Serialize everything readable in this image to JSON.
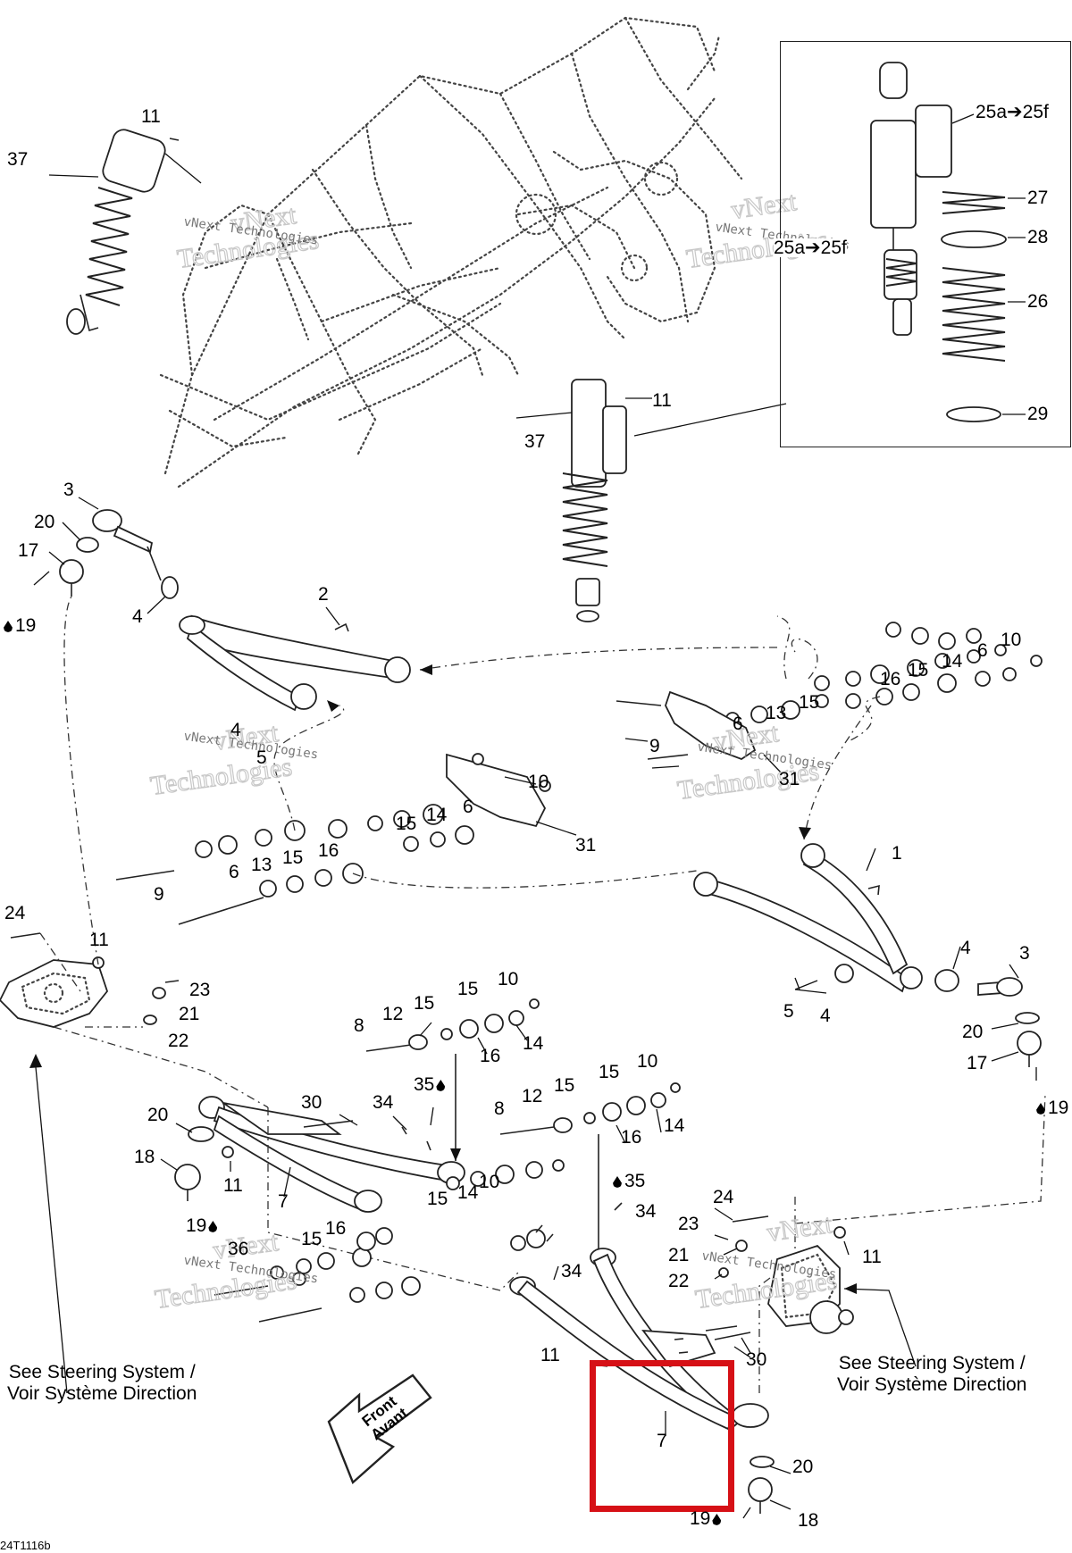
{
  "diagram": {
    "notes": {
      "steering_left": [
        "See Steering System /",
        "Voir Système Direction"
      ],
      "steering_right": [
        "See Steering System /",
        "Voir Système Direction"
      ],
      "front_arrow": [
        "Front",
        "Avant"
      ],
      "figure_code": "24T1116b"
    },
    "watermark": {
      "line1": "vNext",
      "line2": "Technologies",
      "small": "vNext Technologies"
    },
    "callouts": [
      {
        "id": "c-11-a",
        "text": "11"
      },
      {
        "id": "c-37-a",
        "text": "37"
      },
      {
        "id": "c-11-b",
        "text": "11"
      },
      {
        "id": "c-37-b",
        "text": "37"
      },
      {
        "id": "c-25a",
        "text": "25a➔25f"
      },
      {
        "id": "c-25f",
        "text": "25a➔25f"
      },
      {
        "id": "c-27",
        "text": "27"
      },
      {
        "id": "c-28",
        "text": "28"
      },
      {
        "id": "c-26",
        "text": "26"
      },
      {
        "id": "c-29",
        "text": "29"
      },
      {
        "id": "c-3-a",
        "text": "3"
      },
      {
        "id": "c-20-a",
        "text": "20"
      },
      {
        "id": "c-17-a",
        "text": "17"
      },
      {
        "id": "c-19-a",
        "text": "19"
      },
      {
        "id": "c-4-a",
        "text": "4"
      },
      {
        "id": "c-2",
        "text": "2"
      },
      {
        "id": "c-4-b",
        "text": "4"
      },
      {
        "id": "c-5-a",
        "text": "5"
      },
      {
        "id": "c-10-a",
        "text": "10"
      },
      {
        "id": "c-6-a",
        "text": "6"
      },
      {
        "id": "c-14-a",
        "text": "14"
      },
      {
        "id": "c-15-a",
        "text": "15"
      },
      {
        "id": "c-16-a",
        "text": "16"
      },
      {
        "id": "c-13-a",
        "text": "13"
      },
      {
        "id": "c-15-b",
        "text": "15"
      },
      {
        "id": "c-6-b",
        "text": "6"
      },
      {
        "id": "c-9-a",
        "text": "9"
      },
      {
        "id": "c-31-a",
        "text": "31"
      },
      {
        "id": "c-10-b",
        "text": "10"
      },
      {
        "id": "c-6-c",
        "text": "6"
      },
      {
        "id": "c-14-b",
        "text": "14"
      },
      {
        "id": "c-15-c",
        "text": "15"
      },
      {
        "id": "c-16-b",
        "text": "16"
      },
      {
        "id": "c-13-b",
        "text": "13"
      },
      {
        "id": "c-15-d",
        "text": "15"
      },
      {
        "id": "c-6-d",
        "text": "6"
      },
      {
        "id": "c-9-b",
        "text": "9"
      },
      {
        "id": "c-31-b",
        "text": "31"
      },
      {
        "id": "c-1",
        "text": "1"
      },
      {
        "id": "c-4-c",
        "text": "4"
      },
      {
        "id": "c-3-b",
        "text": "3"
      },
      {
        "id": "c-5-b",
        "text": "5"
      },
      {
        "id": "c-4-d",
        "text": "4"
      },
      {
        "id": "c-20-b",
        "text": "20"
      },
      {
        "id": "c-17-b",
        "text": "17"
      },
      {
        "id": "c-19-b",
        "text": "19"
      },
      {
        "id": "c-24-a",
        "text": "24"
      },
      {
        "id": "c-11-c",
        "text": "11"
      },
      {
        "id": "c-23-a",
        "text": "23"
      },
      {
        "id": "c-21-a",
        "text": "21"
      },
      {
        "id": "c-22-a",
        "text": "22"
      },
      {
        "id": "c-8-a",
        "text": "8"
      },
      {
        "id": "c-12-a",
        "text": "12"
      },
      {
        "id": "c-15-e",
        "text": "15"
      },
      {
        "id": "c-15-f",
        "text": "15"
      },
      {
        "id": "c-10-c",
        "text": "10"
      },
      {
        "id": "c-14-c",
        "text": "14"
      },
      {
        "id": "c-16-c",
        "text": "16"
      },
      {
        "id": "c-30-a",
        "text": "30"
      },
      {
        "id": "c-34-a",
        "text": "34"
      },
      {
        "id": "c-35-a",
        "text": "35"
      },
      {
        "id": "c-20-c",
        "text": "20"
      },
      {
        "id": "c-18-a",
        "text": "18"
      },
      {
        "id": "c-11-d",
        "text": "11"
      },
      {
        "id": "c-7-a",
        "text": "7"
      },
      {
        "id": "c-19-c",
        "text": "19"
      },
      {
        "id": "c-8-b",
        "text": "8"
      },
      {
        "id": "c-12-b",
        "text": "12"
      },
      {
        "id": "c-15-g",
        "text": "15"
      },
      {
        "id": "c-15-h",
        "text": "15"
      },
      {
        "id": "c-10-d",
        "text": "10"
      },
      {
        "id": "c-14-d",
        "text": "14"
      },
      {
        "id": "c-16-d",
        "text": "16"
      },
      {
        "id": "c-10-e",
        "text": "10"
      },
      {
        "id": "c-15-i",
        "text": "15"
      },
      {
        "id": "c-14-e",
        "text": "14"
      },
      {
        "id": "c-36",
        "text": "36"
      },
      {
        "id": "c-15-j",
        "text": "15"
      },
      {
        "id": "c-16-e",
        "text": "16"
      },
      {
        "id": "c-34-b",
        "text": "34"
      },
      {
        "id": "c-35-b",
        "text": "35"
      },
      {
        "id": "c-34-c",
        "text": "34"
      },
      {
        "id": "c-24-b",
        "text": "24"
      },
      {
        "id": "c-23-b",
        "text": "23"
      },
      {
        "id": "c-21-b",
        "text": "21"
      },
      {
        "id": "c-11-e",
        "text": "11"
      },
      {
        "id": "c-22-b",
        "text": "22"
      },
      {
        "id": "c-11-f",
        "text": "11"
      },
      {
        "id": "c-30-b",
        "text": "30"
      },
      {
        "id": "c-7-b",
        "text": "7"
      },
      {
        "id": "c-20-d",
        "text": "20"
      },
      {
        "id": "c-19-d",
        "text": "19"
      },
      {
        "id": "c-18-b",
        "text": "18"
      }
    ]
  }
}
